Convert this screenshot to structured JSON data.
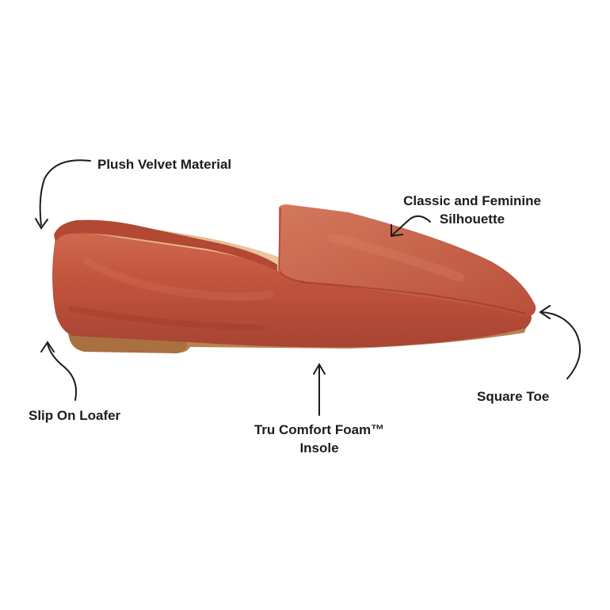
{
  "callouts": {
    "velvet": "Plush Velvet Material",
    "classic_line1": "Classic and Feminine",
    "classic_line2": "Silhouette",
    "toe": "Square Toe",
    "slip": "Slip On Loafer",
    "foam_line1": "Tru Comfort Foam™",
    "foam_line2": "Insole"
  },
  "colors": {
    "velvet": "#c0533d",
    "velvet_dark": "#8e3424",
    "velvet_light": "#d8775c",
    "lining": "#e3b98f",
    "sole": "#b98252",
    "text": "#1c1c1c"
  }
}
